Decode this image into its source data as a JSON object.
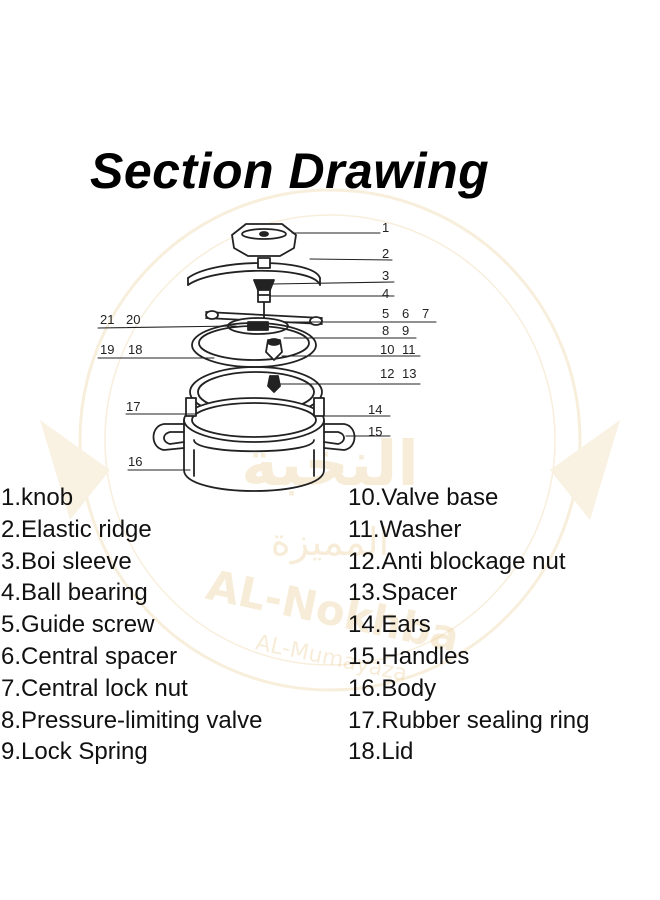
{
  "title": "Section Drawing",
  "watermark": {
    "arabic_line1": "النخبة",
    "arabic_line2": "المميزة",
    "latin_line1": "AL-Nokhba",
    "latin_line2": "AL-Mumayaza",
    "color": "#e9c98a"
  },
  "callouts": [
    "1",
    "2",
    "3",
    "4",
    "5",
    "6",
    "7",
    "8",
    "9",
    "10",
    "11",
    "12",
    "13",
    "14",
    "15",
    "16",
    "17",
    "18",
    "19",
    "20",
    "21"
  ],
  "legend": {
    "left": [
      "1.knob",
      "2.Elastic ridge",
      "3.Boi sleeve",
      "4.Ball bearing",
      "5.Guide screw",
      "6.Central spacer",
      "7.Central lock nut",
      "8.Pressure-limiting valve",
      "9.Lock Spring"
    ],
    "right": [
      "10.Valve base",
      "11.Washer",
      "12.Anti blockage nut",
      "13.Spacer",
      "14.Ears",
      "15.Handles",
      "16.Body",
      "17.Rubber sealing ring",
      "18.Lid"
    ]
  }
}
